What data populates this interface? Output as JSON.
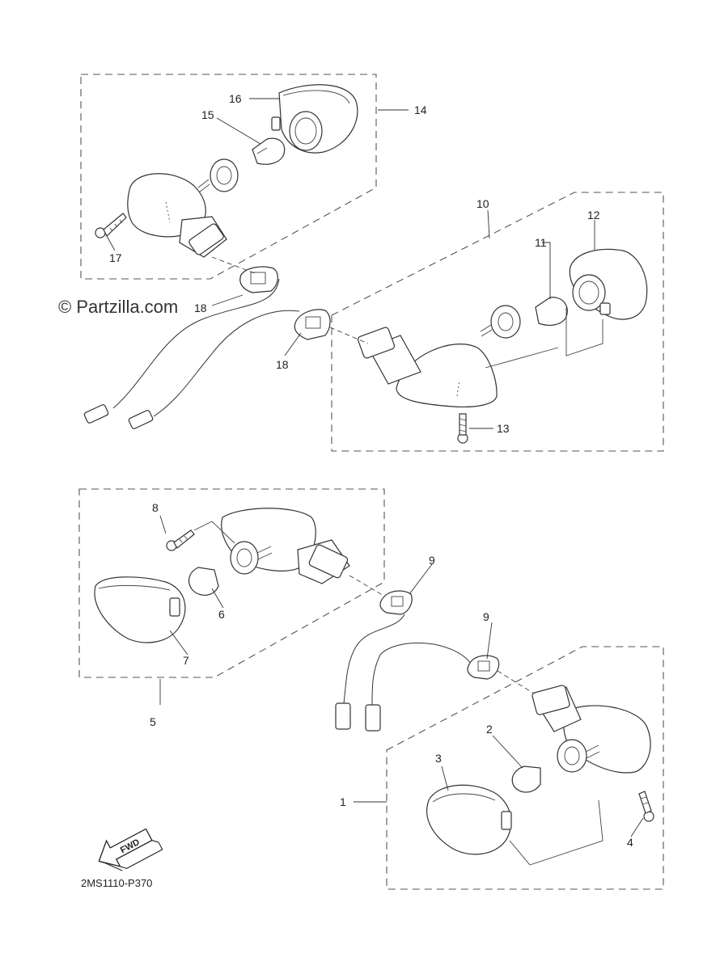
{
  "watermark": "© Partzilla.com",
  "diagram_code": "2MS1110-P370",
  "fwd_label": "FWD",
  "callouts": {
    "c1": "1",
    "c2": "2",
    "c3": "3",
    "c4": "4",
    "c5": "5",
    "c6": "6",
    "c7": "7",
    "c8": "8",
    "c9a": "9",
    "c9b": "9",
    "c10": "10",
    "c11": "11",
    "c12": "12",
    "c13": "13",
    "c14": "14",
    "c15": "15",
    "c16": "16",
    "c17": "17",
    "c18a": "18",
    "c18b": "18"
  }
}
